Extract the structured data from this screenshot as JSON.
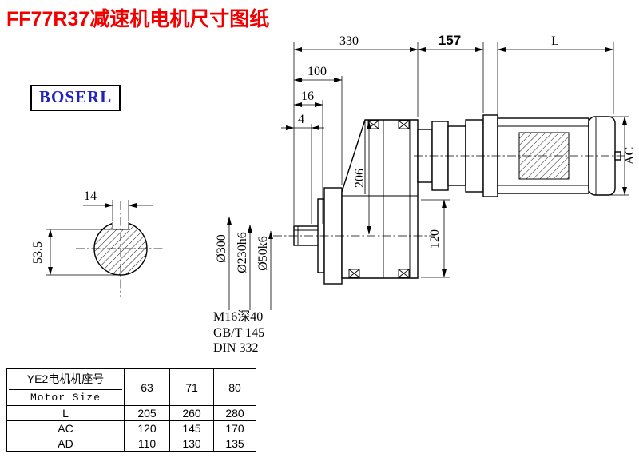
{
  "title": "FF77R37减速机电机尺寸图纸",
  "logo": "BOSERL",
  "drawing": {
    "d330": "330",
    "d157": "157",
    "dL": "L",
    "d100": "100",
    "d16": "16",
    "d4": "4",
    "dAC": "AC",
    "d206": "206",
    "d120": "120",
    "d14": "14",
    "d53_5": "53.5",
    "dia300": "Ø300",
    "dia230": "Ø230h6",
    "dia50": "Ø50k6",
    "note1": "M16深40",
    "note2": "GB/T 145",
    "note3": "DIN 332"
  },
  "table": {
    "header_line1": "YE2电机机座号",
    "header_line2": "Motor Size",
    "sizes": [
      "63",
      "71",
      "80"
    ],
    "rows": [
      {
        "label": "L",
        "values": [
          "205",
          "260",
          "280"
        ]
      },
      {
        "label": "AC",
        "values": [
          "120",
          "145",
          "170"
        ]
      },
      {
        "label": "AD",
        "values": [
          "110",
          "130",
          "135"
        ]
      }
    ]
  }
}
